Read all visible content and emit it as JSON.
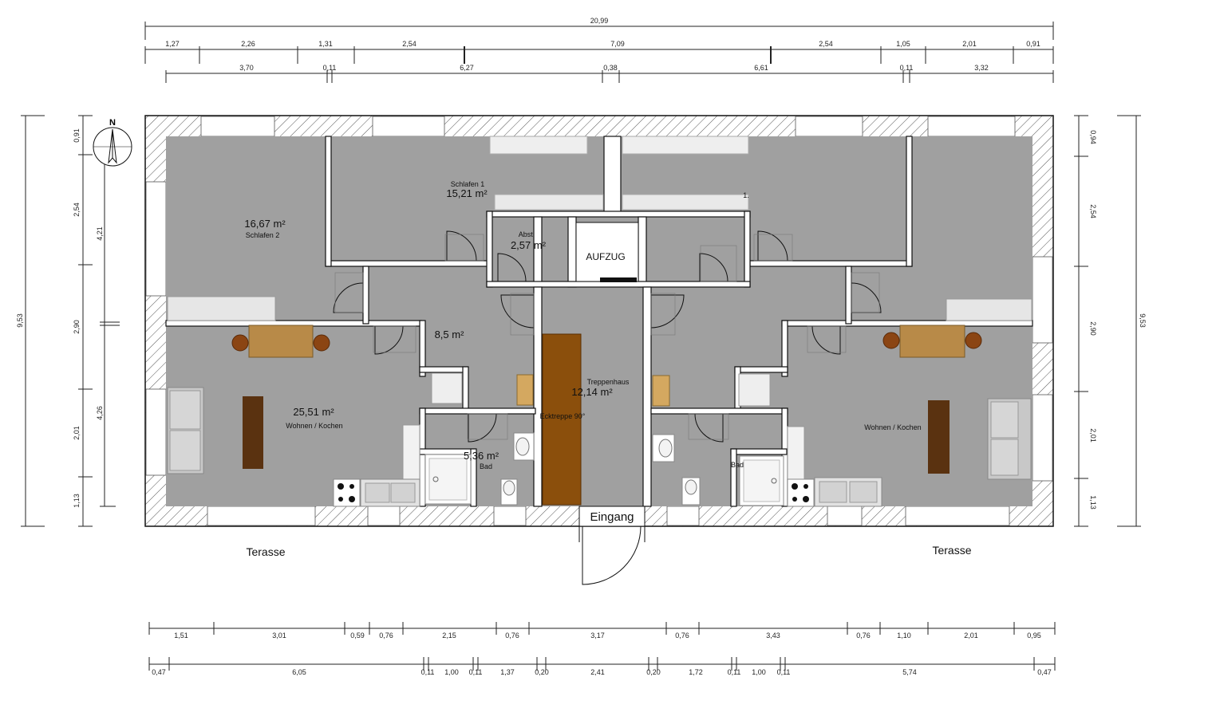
{
  "compass": {
    "label": "N",
    "icon": "north-arrow-icon"
  },
  "dims": {
    "top_total": "20,99",
    "top_row1": [
      "1,27",
      "2,26",
      "1,31",
      "2,54",
      "7,09",
      "2,54",
      "1,05",
      "2,01",
      "0,91"
    ],
    "top_row2": [
      "3,70",
      "0,11",
      "6,27",
      "0,38",
      "6,61",
      "0,11",
      "3,32"
    ],
    "left_total": "9,53",
    "left_outer": [
      "0,91",
      "2,54",
      "2,90",
      "2,01",
      "1,13"
    ],
    "left_inner": [
      "4,21",
      "4,26"
    ],
    "right_total": "9,53",
    "right_outer": [
      "0,94",
      "2,54",
      "2,90",
      "2,01",
      "1,13"
    ],
    "bottom_row1": [
      "1,51",
      "3,01",
      "0,59",
      "0,76",
      "2,15",
      "0,76",
      "3,17",
      "0,76",
      "3,43",
      "0,76",
      "1,10",
      "2,01",
      "0,95"
    ],
    "bottom_row2": [
      "0,47",
      "6,05",
      "0,11",
      "1,00",
      "0,11",
      "1,37",
      "0,20",
      "2,41",
      "0,20",
      "1,72",
      "0,11",
      "1,00",
      "0,11",
      "5,74",
      "0,47"
    ]
  },
  "rooms": {
    "schlafen2": {
      "area": "16,67 m²",
      "name": "Schlafen 2"
    },
    "schlafen1": {
      "area": "15,21 m²",
      "name": "Schlafen 1"
    },
    "abst": {
      "area": "2,57 m²",
      "name": "Abst."
    },
    "aufzug": {
      "name": "AUFZUG"
    },
    "flur": {
      "area": "8,5 m²"
    },
    "wohnen_left": {
      "area": "25,51 m²",
      "name": "Wohnen / Kochen"
    },
    "bad_left": {
      "area": "5,36 m²",
      "name": "Bad"
    },
    "treppenhaus": {
      "area": "12,14 m²",
      "name": "Treppenhaus"
    },
    "stair": {
      "name": "Ecktreppe 90°"
    },
    "wohnen_right": {
      "name": "Wohnen / Kochen"
    },
    "bad_right": {
      "name": "Bad"
    },
    "partial_right": {
      "name": "1."
    }
  },
  "labels": {
    "eingang": "Eingang",
    "terasse_left": "Terasse",
    "terasse_right": "Terasse"
  },
  "colors": {
    "floor": "#a0a0a0",
    "stair": "#8b4f0c",
    "table": "#b88a48",
    "chair": "#8b4513",
    "cabinet": "#5a3210",
    "sofa": "#c8c8c8"
  }
}
